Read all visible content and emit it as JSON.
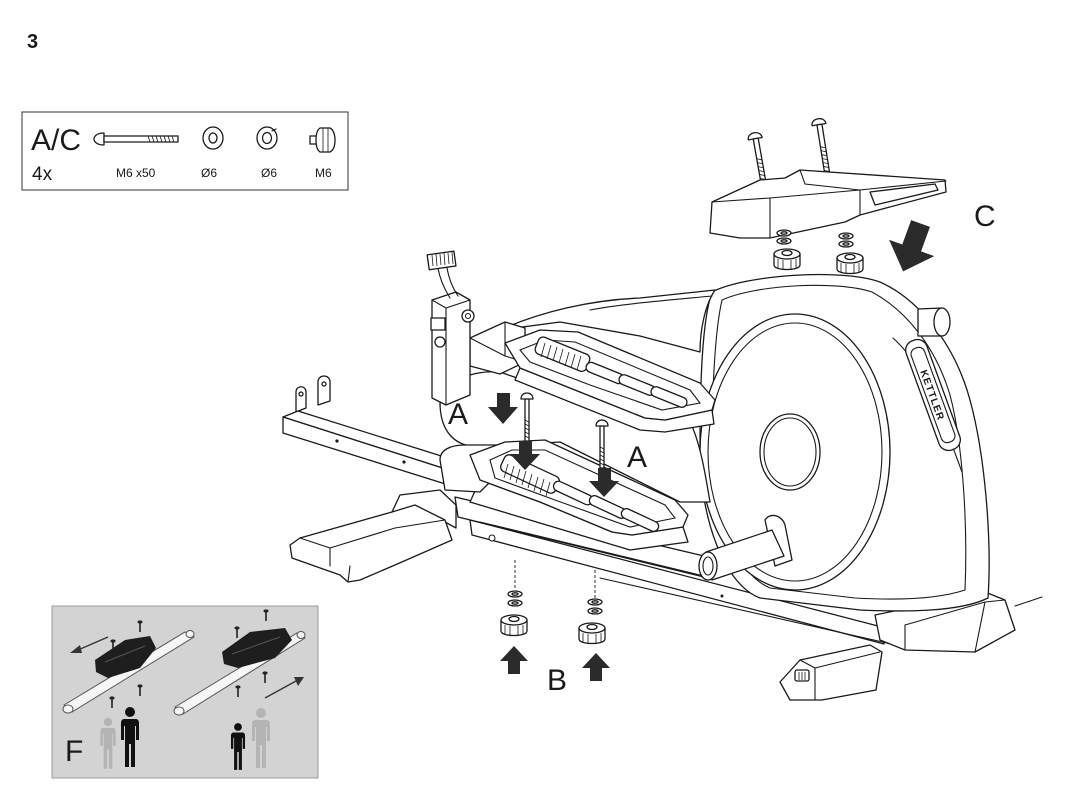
{
  "page": {
    "step_number": "3"
  },
  "parts_box": {
    "group_label": "A/C",
    "quantity": "4x",
    "parts": [
      {
        "name": "carriage-bolt",
        "label": "M6 x50"
      },
      {
        "name": "flat-washer",
        "label": "Ø6"
      },
      {
        "name": "spring-washer",
        "label": "Ø6"
      },
      {
        "name": "knob-nut",
        "label": "M6"
      }
    ]
  },
  "callouts": {
    "c": "C",
    "a_upper": "A",
    "a_lower": "A",
    "b": "B"
  },
  "brand": "KETTLER",
  "inset": {
    "label": "F"
  },
  "colors": {
    "line": "#1a1a1a",
    "arrow": "#2b2b2b",
    "inset_background": "#d3d3d3",
    "figure_dark": "#111111",
    "figure_light": "#b4b4b4",
    "pedal_black": "#1e1e1e"
  }
}
